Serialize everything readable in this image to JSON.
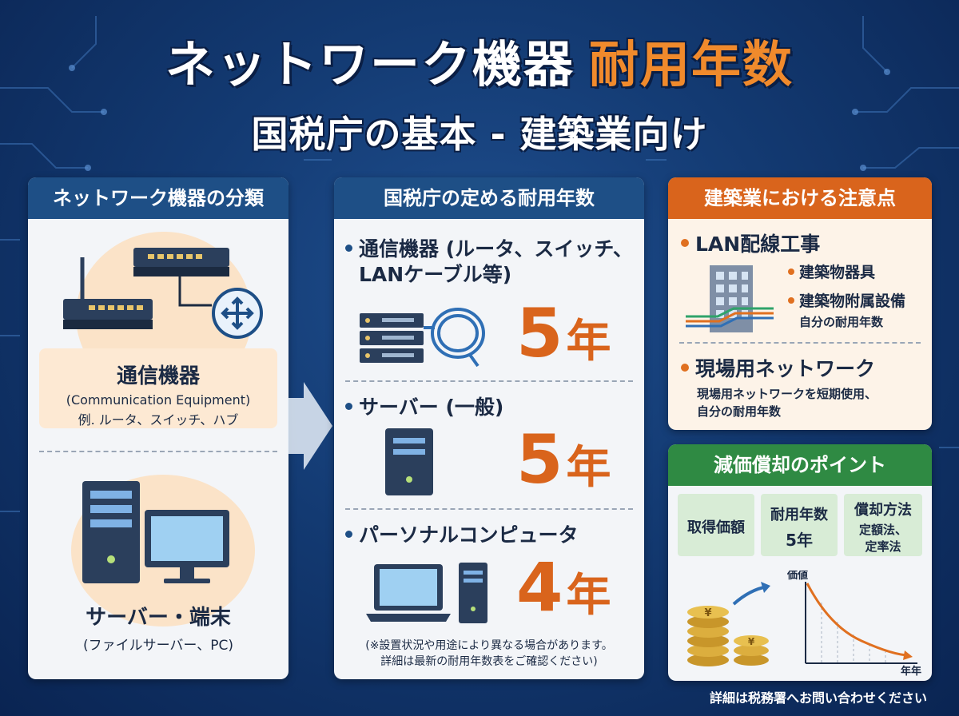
{
  "title": {
    "main": "ネットワーク機器",
    "accent": "耐用年数",
    "sub": "国税庁の基本 - 建築業向け"
  },
  "colors": {
    "accent_orange": "#f08a2c",
    "blue_header": "#1e4f86",
    "orange_header": "#d9641c",
    "green_header": "#2f8a43",
    "background": "#133a72"
  },
  "left_panel": {
    "header": "ネットワーク機器の分類",
    "items": [
      {
        "title": "通信機器",
        "subtitle": "(Communication Equipment)",
        "examples": "例. ルータ、スイッチ、ハブ",
        "icon": "router-switch-icon"
      },
      {
        "title": "サーバー・端末",
        "subtitle": "(ファイルサーバー、PC)",
        "icon": "server-pc-icon"
      }
    ]
  },
  "center_panel": {
    "header": "国税庁の定める耐用年数",
    "items": [
      {
        "label_line1": "通信機器 (ルータ、スイッチ、",
        "label_line2": "LANケーブル等)",
        "years": "5",
        "unit": "年",
        "icon": "rack-cable-icon"
      },
      {
        "label_line1": "サーバー (一般)",
        "years": "5",
        "unit": "年",
        "icon": "server-tower-icon"
      },
      {
        "label_line1": "パーソナルコンピュータ",
        "years": "4",
        "unit": "年",
        "icon": "laptop-pc-icon"
      }
    ],
    "note_line1": "(※設置状況や用途により異なる場合があります。",
    "note_line2": "詳細は最新の耐用年数表をご確認ください)"
  },
  "right_top_panel": {
    "header": "建築業における注意点",
    "lan": {
      "title": "LAN配線工事",
      "sub1": "建築物器具",
      "sub2": "建築物附属設備",
      "sub2_note": "自分の耐用年数"
    },
    "site": {
      "title": "現場用ネットワーク",
      "desc_line1": "現場用ネットワークを短期使用、",
      "desc_line2": "自分の耐用年数"
    }
  },
  "right_bottom_panel": {
    "header": "減価償却のポイント",
    "cells": [
      {
        "line1": "取得価額"
      },
      {
        "line1": "耐用年数",
        "line2": "5年"
      },
      {
        "line1": "償却方法",
        "line2": "定額法、",
        "line3": "定率法"
      }
    ],
    "chart_y_label": "価値",
    "chart_x_label": "年年",
    "coin_symbol": "¥"
  },
  "footer": "詳細は税務署へお問い合わせください"
}
